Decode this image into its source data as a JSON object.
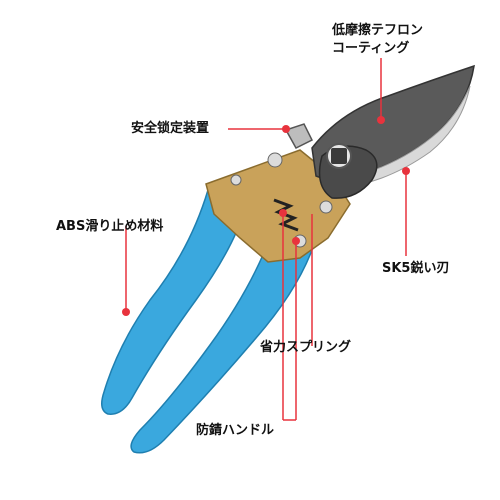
{
  "labels": {
    "coating_line1": "低摩擦テフロン",
    "coating_line2": "コーティング",
    "safety_lock": "安全锁定装置",
    "grip": "ABS滑り止め材料",
    "blade": "SK5鋭い刃",
    "spring": "省力スプリング",
    "handle": "防錆ハンドル"
  },
  "colors": {
    "callout": "#e8333d",
    "handle": "#3aa8de",
    "blade": "#5a5a5a",
    "body": "#c9a25a"
  }
}
